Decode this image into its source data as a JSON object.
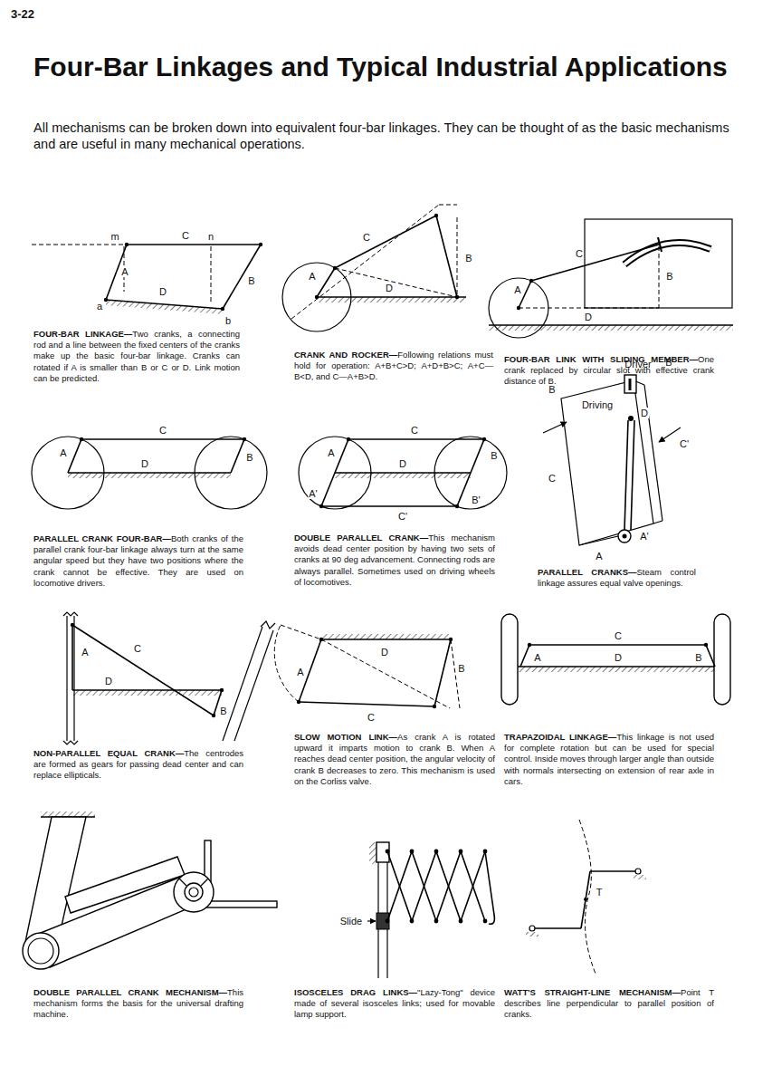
{
  "diagram": {
    "title": "Four-Bar Linkages and Typical Industrial Applications",
    "labels": [
      "3-22",
      "All mechanisms can be broken down into equivalent four-bar linkages. They can be thought of as the basic mechanisms and are useful in many mechanical operations.",
      "m",
      "C",
      "n",
      "A",
      "B",
      "D",
      "a",
      "b",
      "FOUR-BAR LINKAGE—",
      "Two cranks, a connecting rod and a line between the fixed centers of the cranks make up the basic four-bar linkage. Cranks can rotated if A is smaller than B or C or D. Link motion can be predicted.",
      "C",
      "B",
      "A",
      "D",
      "CRANK AND ROCKER—",
      "Following relations must hold for operation: A+B+C>D; A+D+B>C; A+C—B<D, and C—A+B>D.",
      "C",
      "B",
      "A",
      "D",
      "FOUR-BAR LINK WITH SLIDING MEMBER—",
      "One crank replaced by circular slot with effective crank distance of B.",
      "C",
      "A",
      "D",
      "B",
      "PARALLEL CRANK FOUR-BAR—",
      "Both cranks of the parallel crank four-bar linkage always turn at the same angular speed but they have two positions where the crank cannot be effective. They are used on locomotive drivers.",
      "C",
      "A",
      "D",
      "B",
      "A'",
      "B'",
      "C'",
      "DOUBLE PARALLEL CRANK—",
      "This mechanism avoids dead center position by having two sets of cranks at 90 deg advancement. Connecting rods are always parallel. Sometimes used on driving wheels of locomotives.",
      "Driver",
      "B'",
      "B",
      "D",
      "Driving",
      "C'",
      "C",
      "A'",
      "A",
      "PARALLEL CRANKS—",
      "Steam control linkage assures equal valve openings.",
      "A",
      "C",
      "D",
      "B",
      "NON-PARALLEL EQUAL CRANK—",
      "The centrodes are formed as gears for passing dead center and can replace ellipticals.",
      "D",
      "A",
      "B",
      "C",
      "SLOW MOTION LINK—",
      "As crank A is rotated upward it imparts motion to crank B. When A reaches dead center position, the angular velocity of crank B decreases to zero. This mechanism is used on the Corliss valve.",
      "C",
      "A",
      "D",
      "B",
      "TRAPAZOIDAL LINKAGE—",
      "This linkage is not used for complete rotation but can be used for special control. Inside moves through larger angle than outside with normals intersecting on extension of rear axle in cars.",
      "DOUBLE PARALLEL CRANK MECHANISM—",
      "This mechanism forms the basis for the universal drafting machine.",
      "Slide",
      "ISOSCELES DRAG LINKS—",
      "\"Lazy-Tong\" device made of several isosceles links; used for movable lamp support.",
      "T",
      "WATT'S STRAIGHT-LINE MECHANISM—",
      "Point T describes line perpendicular to parallel position of cranks."
    ]
  }
}
